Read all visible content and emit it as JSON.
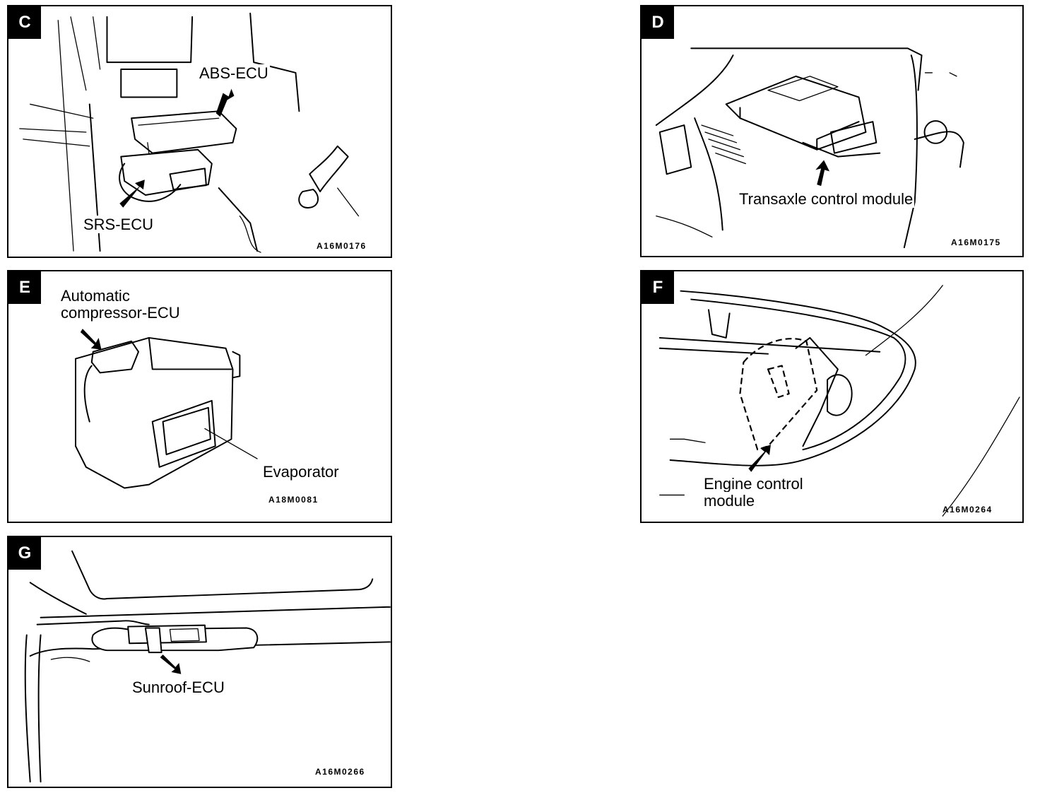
{
  "panels": {
    "c": {
      "badge": "C",
      "labels": {
        "abs": "ABS-ECU",
        "srs": "SRS-ECU"
      },
      "code": "A16M0176"
    },
    "d": {
      "badge": "D",
      "labels": {
        "tcm": "Transaxle control module"
      },
      "code": "A16M0175"
    },
    "e": {
      "badge": "E",
      "labels": {
        "acomp1": "Automatic",
        "acomp2": "compressor-ECU",
        "evap": "Evaporator"
      },
      "code": "A18M0081"
    },
    "f": {
      "badge": "F",
      "labels": {
        "ecm1": "Engine control",
        "ecm2": "module"
      },
      "code": "A16M0264"
    },
    "g": {
      "badge": "G",
      "labels": {
        "sunroof": "Sunroof-ECU"
      },
      "code": "A16M0266"
    }
  }
}
